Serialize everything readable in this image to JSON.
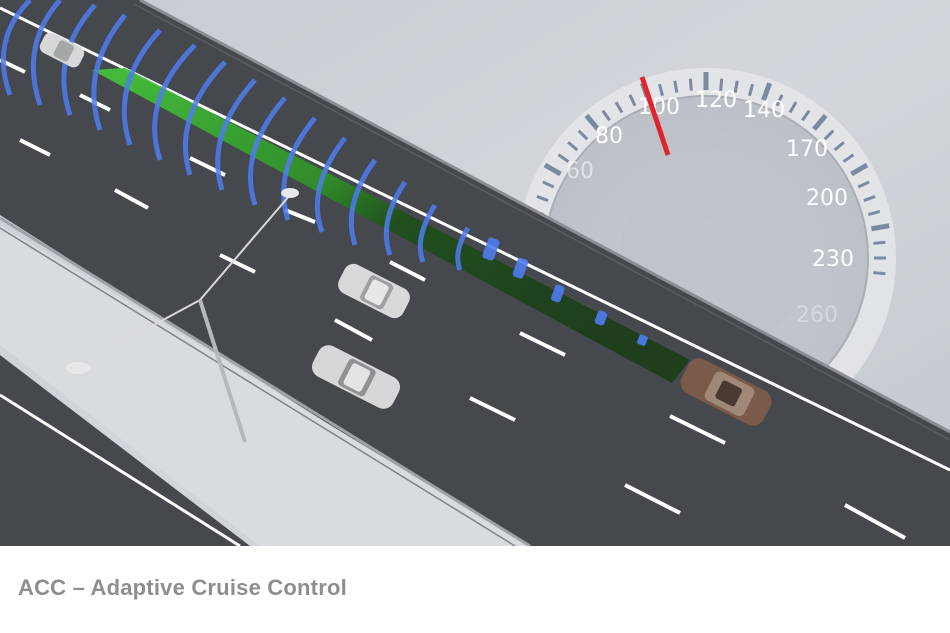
{
  "caption": {
    "title": "ACC – Adaptive Cruise Control"
  },
  "speedometer": {
    "labels": [
      "60",
      "80",
      "100",
      "120",
      "140",
      "170",
      "200",
      "230",
      "260"
    ],
    "current_speed": 100,
    "needle_color": "#e0242f"
  },
  "colors": {
    "background": "#c9ced4",
    "road": "#45484c",
    "median": "#d9dcdf",
    "lane_marking": "#ffffff",
    "radar_wave": "#4f7cf0",
    "safe_zone_light": "#3fb83a",
    "safe_zone_dark": "#1f4d1c",
    "ego_car": "#7a5a48",
    "other_cars": "#d8d8d8",
    "caption_text": "#8e8e8e"
  },
  "scene": {
    "vehicles": [
      {
        "name": "far-car",
        "color": "silver"
      },
      {
        "name": "mid-car-1",
        "color": "silver"
      },
      {
        "name": "mid-car-2",
        "color": "silver"
      },
      {
        "name": "ego-car",
        "color": "brown"
      }
    ]
  }
}
